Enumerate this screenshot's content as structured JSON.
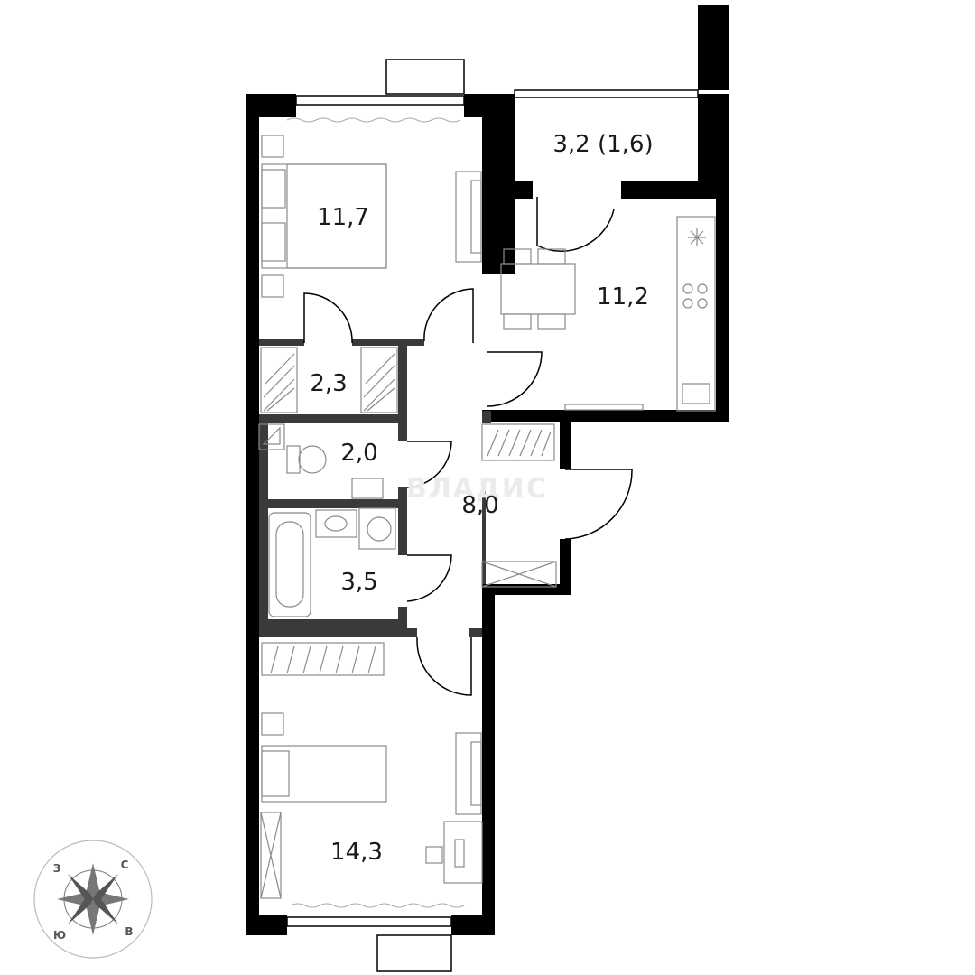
{
  "rooms": {
    "bedroom_top": "11,7",
    "balcony": "3,2 (1,6)",
    "kitchen": "11,2",
    "storage": "2,3",
    "toilet": "2,0",
    "hall": "8,0",
    "bathroom": "3,5",
    "bedroom_bottom": "14,3"
  },
  "watermark": "ВЛАДИС",
  "compass": {
    "north": "С",
    "east": "В",
    "south": "Ю",
    "west": "З"
  },
  "colors": {
    "wall": "#000000",
    "partition": "#3a3a3a",
    "furniture": "#8a8a8a"
  }
}
